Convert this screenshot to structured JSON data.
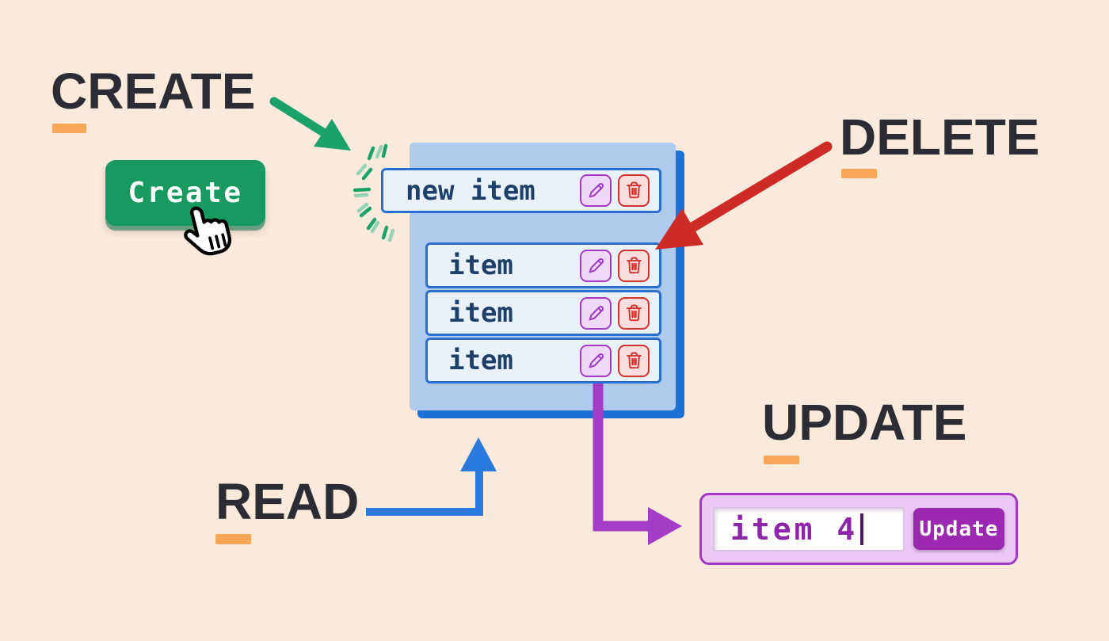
{
  "background_color": "#faeadb",
  "labels": {
    "create": "CREATE",
    "read": "READ",
    "update": "UPDATE",
    "delete": "DELETE"
  },
  "create_button": {
    "label": "Create"
  },
  "list_panel": {
    "new_item": {
      "text": "new item"
    },
    "items": [
      {
        "text": "item"
      },
      {
        "text": "item"
      },
      {
        "text": "item"
      }
    ]
  },
  "row_actions": {
    "edit_icon": "pencil-icon",
    "delete_icon": "trash-icon"
  },
  "update_form": {
    "input_value": "item 4",
    "button_label": "Update"
  },
  "icons": {
    "cursor": "hand-pointer-icon"
  },
  "colors": {
    "accent_orange": "#f7a557",
    "create_green": "#17995f",
    "read_blue": "#2b7ade",
    "update_purple": "#a53cc7",
    "delete_red": "#ce2a26",
    "panel_blue": "#aecbee",
    "panel_shadow_blue": "#1e71d4",
    "row_border_blue": "#2a6fd3",
    "row_text_navy": "#1d4069",
    "edit_purple": "#9c33c4",
    "title_text": "#2c2c34"
  }
}
